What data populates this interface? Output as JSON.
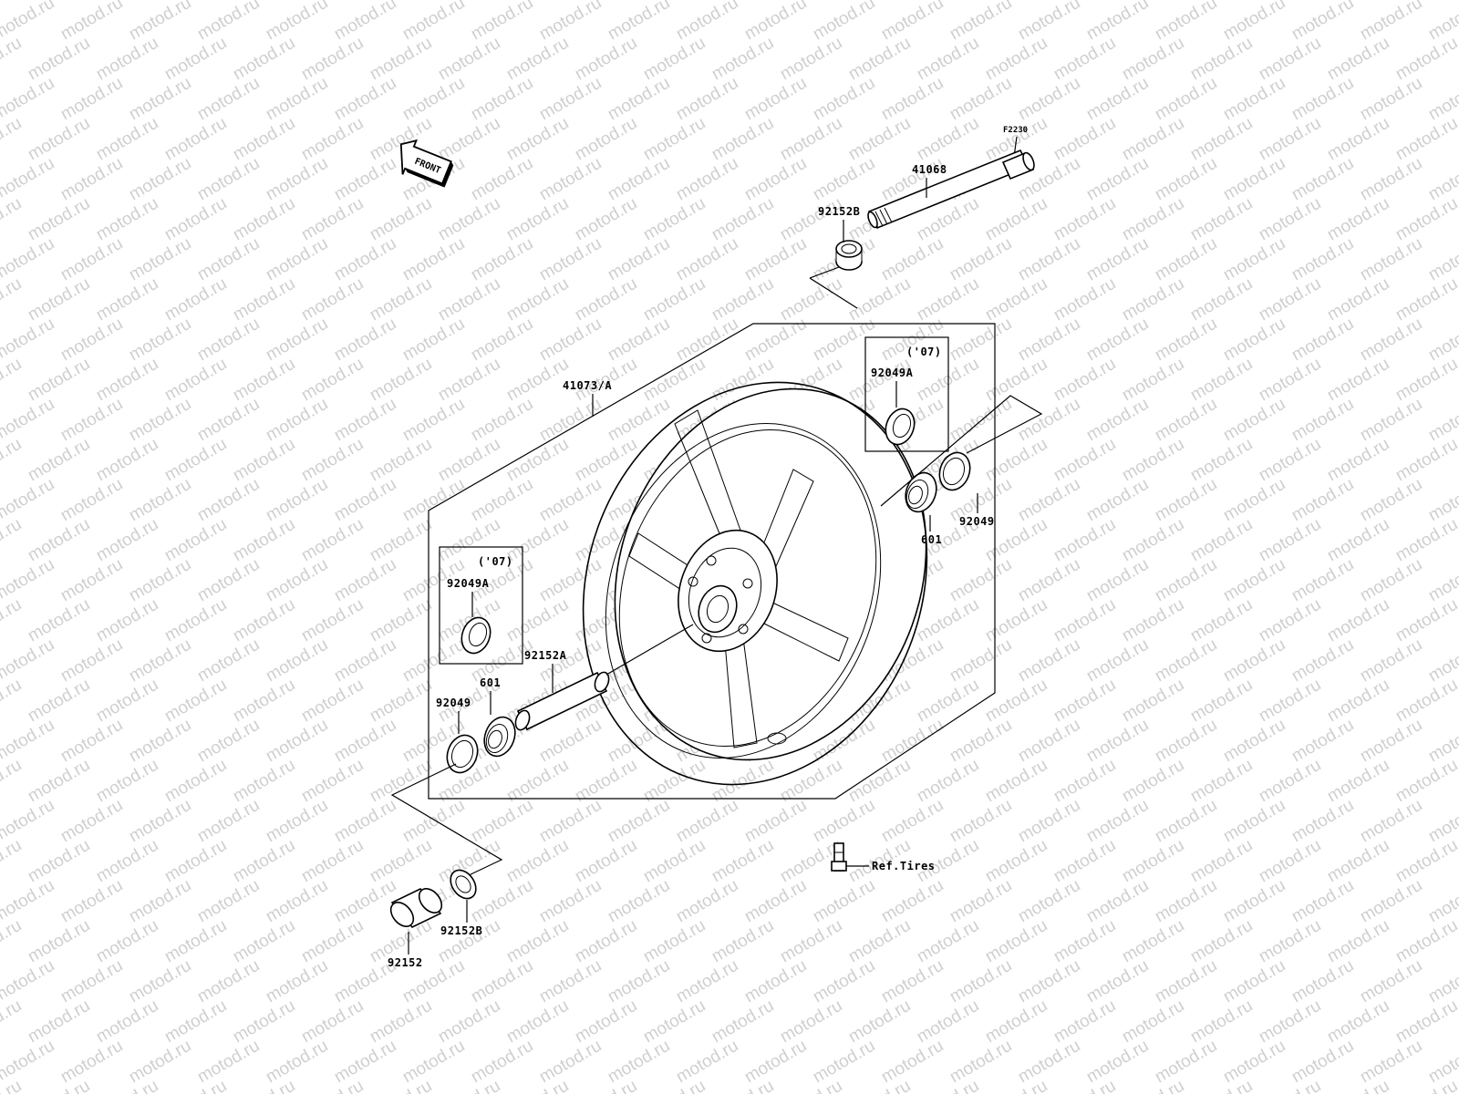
{
  "watermark": "motod.ru",
  "front_label": "FRONT",
  "figure_code": "F2230",
  "labels": {
    "axle": "41068",
    "collar_right_top": "92152B",
    "wheel": "41073/A",
    "year_note_right": "('07)",
    "seal_a_right": "92049A",
    "bearing_right": "601",
    "seal_right": "92049",
    "year_note_left": "('07)",
    "seal_a_left": "92049A",
    "spacer": "92152A",
    "bearing_left": "601",
    "seal_left": "92049",
    "collar_left": "92152",
    "collar_left_b": "92152B",
    "valve_ref": "Ref.Tires"
  }
}
